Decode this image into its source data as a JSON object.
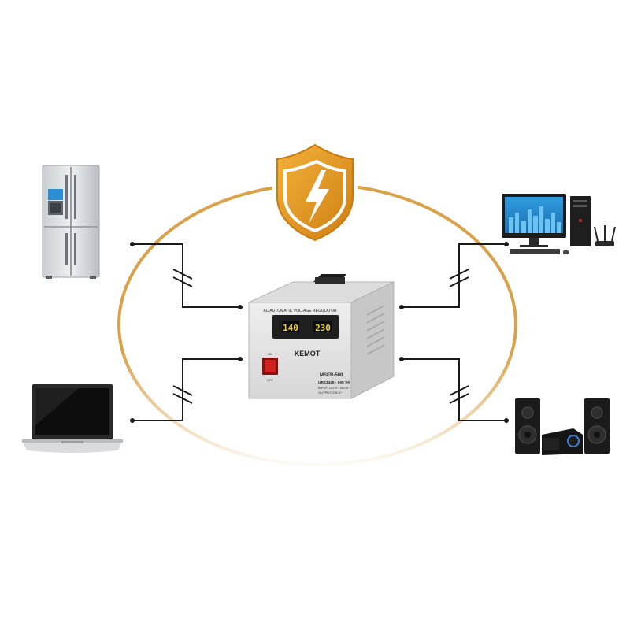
{
  "colors": {
    "accent": "#e59a1f",
    "ring": "#d9a24a",
    "wire": "#1a1a1a",
    "switch_red": "#d0211b"
  },
  "regulator": {
    "header": "AC  AUTOMATIC VOLTAGE REGULATOR",
    "input_reading": "140",
    "output_reading": "230",
    "brand": "KEMOT",
    "switch_on": "ON",
    "switch_off": "OFF",
    "model": "MSER-500",
    "code": "URZ3425 - 500 VA",
    "input_spec": "INPUT: 130 V~-260 V~",
    "output_spec": "OUTPUT: 230 V~"
  },
  "devices": {
    "top_left": "refrigerator",
    "bottom_left": "laptop",
    "top_right": "desktop-computer",
    "bottom_right": "stereo-system"
  },
  "icons": {
    "shield": "shield-lightning-icon"
  }
}
